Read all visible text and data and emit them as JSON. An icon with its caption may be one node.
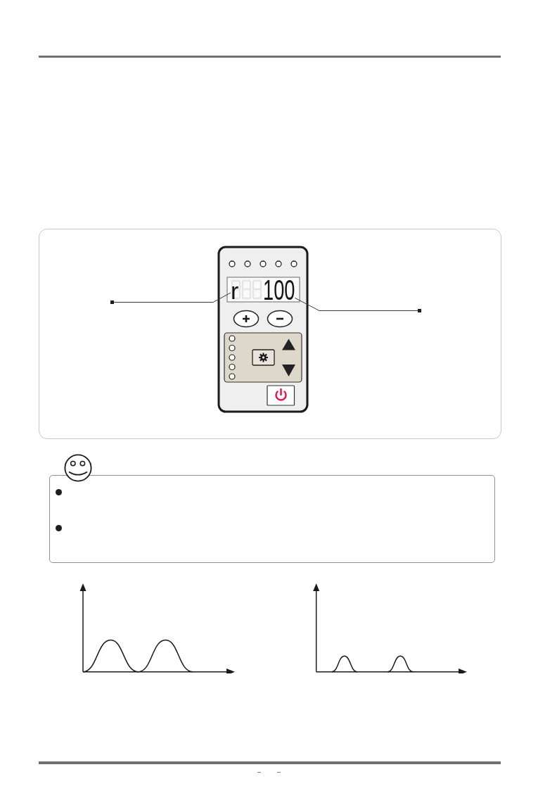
{
  "diagram": {
    "nodes": [
      {
        "text": [],
        "shape": "box"
      },
      {
        "text": [
          "r"
        ]
      },
      {
        "text": [
          "100"
        ]
      },
      {
        "text": [],
        "shape": "box"
      }
    ],
    "edges": [
      {
        "from": 0,
        "to": 1,
        "arrow": "none"
      },
      {
        "from": 3,
        "to": 2,
        "arrow": "none"
      }
    ],
    "labels": [
      "–",
      "–"
    ]
  }
}
